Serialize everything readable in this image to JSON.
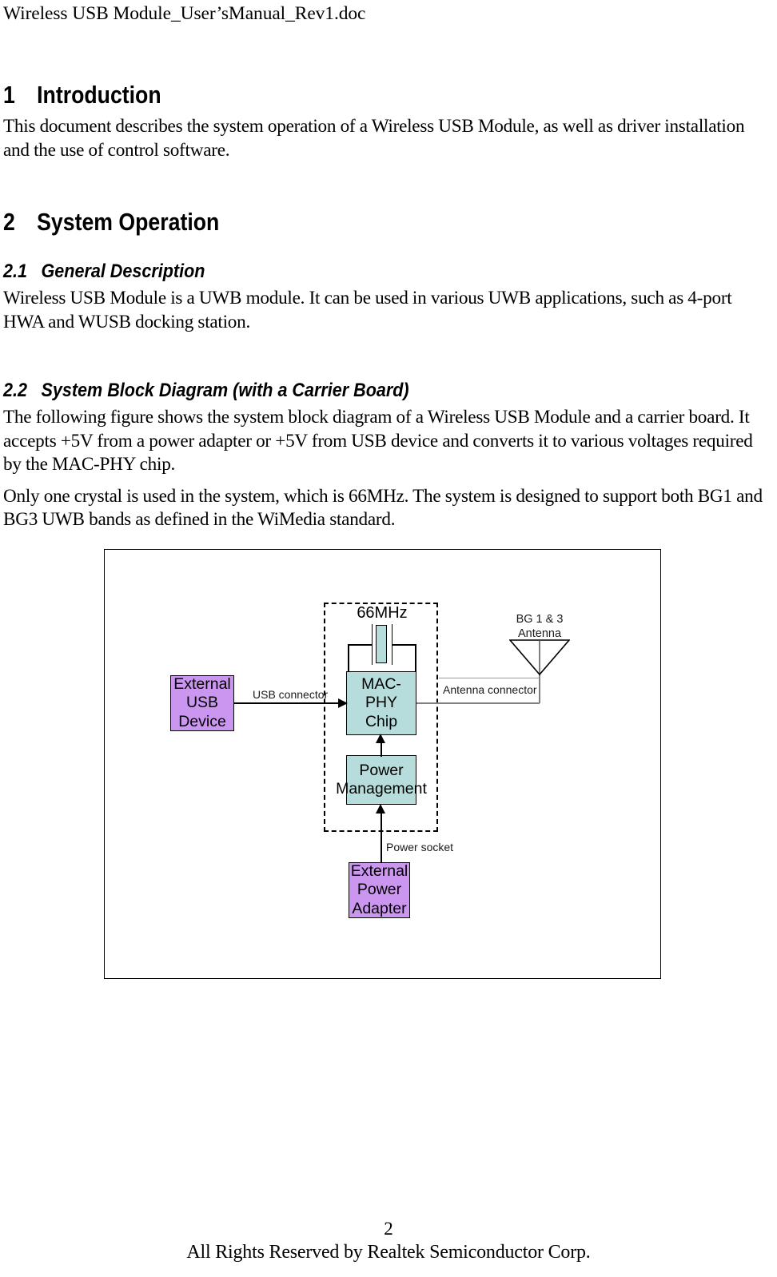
{
  "document": {
    "header": "Wireless USB Module_User’sManual_Rev1.doc"
  },
  "sections": [
    {
      "number": "1",
      "title": "Introduction",
      "paragraphs": [
        "This document describes the system operation of a Wireless USB Module, as well as driver installation and the use of control software."
      ]
    },
    {
      "number": "2",
      "title": "System Operation",
      "subsections": [
        {
          "number": "2.1",
          "title": "General Description",
          "paragraphs": [
            "Wireless USB Module is a UWB module. It can be used in various UWB applications, such as 4-port HWA and WUSB docking station."
          ]
        },
        {
          "number": "2.2",
          "title": "System Block Diagram (with a Carrier Board)",
          "paragraphs": [
            "The following figure shows the system block diagram of a Wireless USB Module and a carrier board. It accepts +5V from a power adapter or +5V from USB device and converts it to various voltages required by the MAC-PHY chip.",
            "Only one crystal is used in the system, which is 66MHz. The system is designed to support both BG1 and BG3 UWB bands as defined in the WiMedia standard."
          ]
        }
      ]
    }
  ],
  "figure": {
    "blocks": {
      "external_usb_device": {
        "lines": [
          "External",
          "USB",
          "Device"
        ],
        "color": "#cb96f0"
      },
      "mac_phy_chip": {
        "lines": [
          "MAC-",
          "PHY",
          "Chip"
        ],
        "color": "#b6dcdc"
      },
      "power_management": {
        "lines": [
          "Power",
          "Management"
        ],
        "color": "#b6dcdc"
      },
      "external_power_adapter": {
        "lines": [
          "External",
          "Power",
          "Adapter"
        ],
        "color": "#cb96f0"
      }
    },
    "crystal": {
      "label": "66MHz",
      "color": "#b6dcdc"
    },
    "antenna": {
      "label_line1": "BG 1 & 3",
      "label_line2": "Antenna"
    },
    "connector_labels": {
      "usb": "USB connector",
      "antenna": "Antenna connector",
      "power": "Power socket"
    }
  },
  "footer": {
    "page_number": "2",
    "copyright": "All Rights Reserved by Realtek Semiconductor Corp."
  }
}
